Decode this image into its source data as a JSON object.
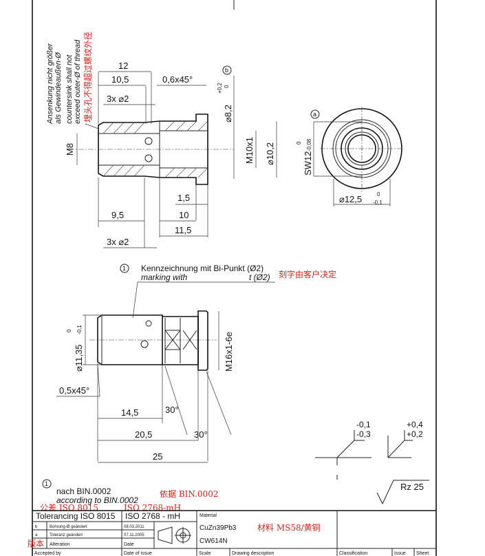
{
  "top_view": {
    "note_de_1": "Ansenkung nicht größer",
    "note_de_2": "als Gewindeaußen-Ø",
    "note_en_1": "countersink shall not",
    "note_en_2": "exceed outer-Ø of thread",
    "note_cn": "埋头孔不得超过螺纹外径",
    "dims": {
      "d12": "12",
      "d10_5": "10,5",
      "chamfer": "0,6x45°",
      "holes_top": "3x ⌀2",
      "d8_2": "⌀8,2",
      "d8_2_tol_up": "+0,2",
      "d8_2_tol_lo": "0",
      "rev_b": "b",
      "m8": "M8",
      "m10x1": "M10x1",
      "d10_2": "⌀10,2",
      "d1_5": "1,5",
      "d9_5": "9,5",
      "d10": "10",
      "d11_5": "11,5",
      "holes_bottom": "3x ⌀2"
    }
  },
  "end_view": {
    "rev_a": "a",
    "sw12": "SW12",
    "sw12_tol_up": "0",
    "sw12_tol_lo": "-0,08",
    "d12_5": "⌀12,5",
    "d12_5_tol_up": "0",
    "d12_5_tol_lo": "-0,1"
  },
  "marking": {
    "num": "1",
    "label_de": "Kennzeichnung mit Bi-Punkt (Ø2)",
    "label_en": "marking with",
    "label_en_2": "t (Ø2)",
    "label_cn": "刻字由客户决定"
  },
  "side_view": {
    "d11_35": "⌀11,35",
    "d11_35_tol_up": "0",
    "d11_35_tol_lo": "-0,1",
    "m16": "M16x1-6e",
    "chamfer": "0,5x45°",
    "d14_5": "14,5",
    "a30_1": "30°",
    "d20_5": "20,5",
    "a30_2": "30°",
    "d25": "25"
  },
  "edge_symbols": {
    "left_up": "-0,1",
    "left_lo": "-0,3",
    "right_up": "+0,4",
    "right_lo": "+0,2"
  },
  "notes": {
    "num": "1",
    "de": "nach BIN.0002",
    "en": "according to BIN.0002",
    "cn": "依据 BIN.0002",
    "cn_tol": "公差 ISO 8015",
    "cn_iso": "ISO 2768-mH",
    "cn_version": "版本",
    "roughness": "Rz 25"
  },
  "title_block": {
    "tolerancing": "Tolerancing ISO 8015",
    "iso": "ISO 2768 - mH",
    "material_label": "Material",
    "material_1": "CuZn39Pb3",
    "material_2": "CW614N",
    "material_cn": "材料 MS58/黄铜",
    "rev_rows": [
      {
        "rev": "b",
        "text": "Bohrung-Ø geändert",
        "date": "08.03.2011"
      },
      {
        "rev": "a",
        "text": "Toleranz geändert",
        "date": "07.11.2005"
      }
    ],
    "alteration": "Alteration",
    "date": "Date",
    "bottom_labels": [
      "Accepted by",
      "Date of issue",
      "Scale",
      "Drawing description",
      "Classification",
      "Issue",
      "Sheet"
    ]
  }
}
